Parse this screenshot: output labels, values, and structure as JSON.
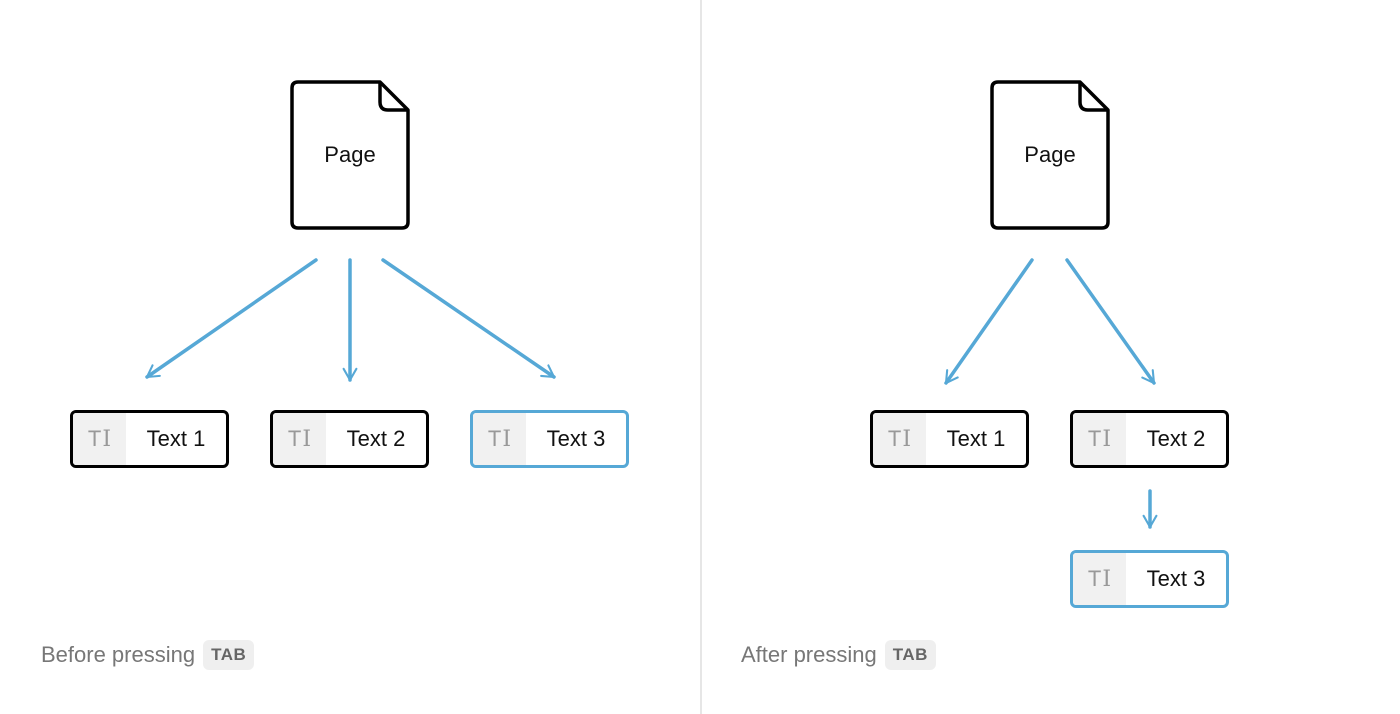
{
  "colors": {
    "accent": "#56a8d6",
    "border": "#000000",
    "icon_bg": "#f1f1f1"
  },
  "before": {
    "page_label": "Page",
    "blocks": [
      {
        "label": "Text 1",
        "icon": "text-cursor-icon"
      },
      {
        "label": "Text 2",
        "icon": "text-cursor-icon"
      },
      {
        "label": "Text 3",
        "icon": "text-cursor-icon",
        "selected": true
      }
    ],
    "caption": "Before pressing",
    "key": "TAB"
  },
  "after": {
    "page_label": "Page",
    "blocks": [
      {
        "label": "Text 1",
        "icon": "text-cursor-icon"
      },
      {
        "label": "Text 2",
        "icon": "text-cursor-icon"
      },
      {
        "label": "Text 3",
        "icon": "text-cursor-icon",
        "selected": true,
        "nested_under": "Text 2"
      }
    ],
    "caption": "After pressing",
    "key": "TAB"
  },
  "icon_glyph": "T"
}
